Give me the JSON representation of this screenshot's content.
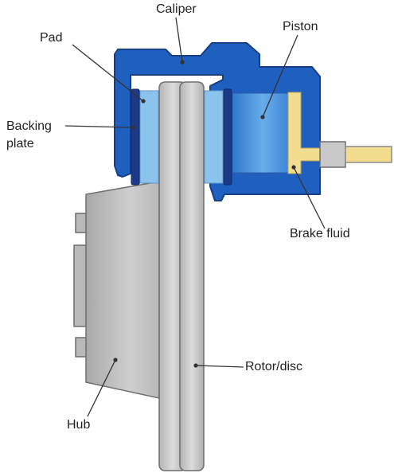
{
  "diagram": {
    "labels": {
      "caliper": "Caliper",
      "piston": "Piston",
      "pad": "Pad",
      "backing_line1": "Backing",
      "backing_line2": "plate",
      "brake_fluid": "Brake fluid",
      "rotor": "Rotor/disc",
      "hub": "Hub"
    },
    "colors": {
      "caliper": "#1f5fbf",
      "caliper_edge": "#173f86",
      "pad": "#8cc3ec",
      "backing_plate": "#1c3a8a",
      "piston": "#4f9be0",
      "brake_fluid": "#f1dc8f",
      "rotor": "#c9c9c9",
      "hub": "#c3c3c3",
      "metal_edge": "#6f6f6f",
      "leader_line": "#333333"
    }
  }
}
